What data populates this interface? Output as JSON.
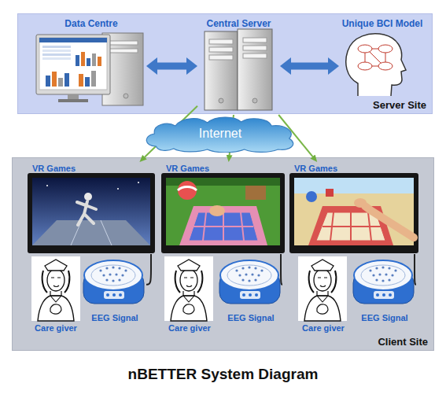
{
  "diagram": {
    "title": "nBETTER System Diagram",
    "nodes": [
      {
        "text": [
          "Server Site"
        ]
      },
      {
        "text": [
          "Data Centre"
        ],
        "in": 0
      },
      {
        "text": [
          "Central Server"
        ],
        "in": 0
      },
      {
        "text": [
          "Unique BCI Model"
        ],
        "in": 0
      },
      {
        "text": [
          "Internet"
        ]
      },
      {
        "text": [
          "Client Site"
        ]
      },
      {
        "text": [
          "VR Games"
        ],
        "in": 5
      },
      {
        "text": [
          "Care giver"
        ],
        "in": 5
      },
      {
        "text": [
          "EEG Signal"
        ],
        "in": 5
      },
      {
        "text": [
          "VR Games"
        ],
        "in": 5
      },
      {
        "text": [
          "Care giver"
        ],
        "in": 5
      },
      {
        "text": [
          "EEG Signal"
        ],
        "in": 5
      },
      {
        "text": [
          "VR Games"
        ],
        "in": 5
      },
      {
        "text": [
          "Care giver"
        ],
        "in": 5
      },
      {
        "text": [
          "EEG Signal"
        ],
        "in": 5
      }
    ],
    "edges": [
      {
        "from": 1,
        "to": 2,
        "arrow": "both"
      },
      {
        "from": 2,
        "to": 3,
        "arrow": "both"
      },
      {
        "from": 2,
        "to": 6,
        "arrow": "to"
      },
      {
        "from": 2,
        "to": 9,
        "arrow": "to"
      },
      {
        "from": 2,
        "to": 12,
        "arrow": "to"
      },
      {
        "from": 8,
        "to": 6,
        "arrow": "none"
      },
      {
        "from": 11,
        "to": 9,
        "arrow": "none"
      },
      {
        "from": 14,
        "to": 12,
        "arrow": "none"
      }
    ]
  }
}
